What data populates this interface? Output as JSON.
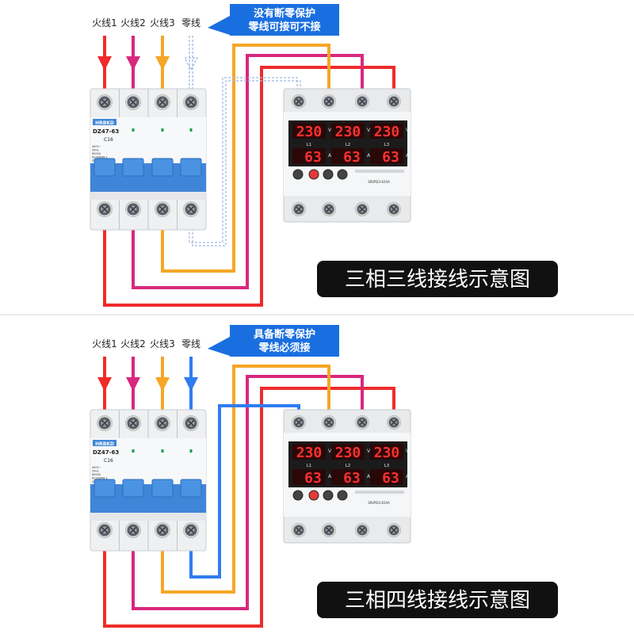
{
  "colors": {
    "l1": "#ef2b2b",
    "l2": "#d8287e",
    "l3": "#f6a627",
    "n": "#2f7cf0",
    "n_dashed": "#9fb8e0",
    "breaker_blue": "#3f86d8",
    "callout_blue": "#1a6fe0",
    "caption_bg": "#111111"
  },
  "diagrams": [
    {
      "title": "三相三线接线示意图",
      "callout": [
        "没有断零保护",
        "零线可接可不接"
      ],
      "wire_labels": [
        "火线1",
        "火线2",
        "火线3",
        "零线"
      ],
      "neutral_connected": false
    },
    {
      "title": "三相四线接线示意图",
      "callout": [
        "具备断零保护",
        "零线必须接"
      ],
      "wire_labels": [
        "火线1",
        "火线2",
        "火线3",
        "零线"
      ],
      "neutral_connected": true
    }
  ],
  "breaker": {
    "brand": "HRBKD",
    "model": "DZ47-63",
    "rating": "C16",
    "spec": [
      "400V~",
      "50Hz",
      "6000A",
      "IEC60898-1",
      "GB/T 10963.1"
    ]
  },
  "meter": {
    "voltage_values": [
      "230",
      "230",
      "230"
    ],
    "current_values": [
      "63",
      "63",
      "63"
    ],
    "phase_labels": [
      "L1",
      "L2",
      "L3"
    ],
    "voltage_unit": "V",
    "current_unit": "A",
    "model_text": "SRVPD3-63VA"
  }
}
